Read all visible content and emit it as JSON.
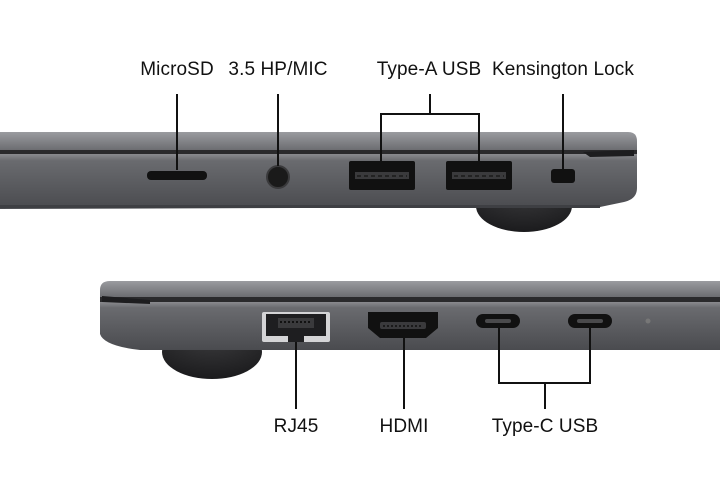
{
  "top_labels": {
    "microsd": "MicroSD",
    "audio": "3.5 HP/MIC",
    "usb_a": "Type-A USB",
    "kensington": "Kensington Lock"
  },
  "bottom_labels": {
    "rj45": "RJ45",
    "hdmi": "HDMI",
    "usb_c": "Type-C USB"
  },
  "colors": {
    "chassis": "#5f6064",
    "chassis_light": "#7b7c80",
    "port": "#111111",
    "foot": "#2b2b2d",
    "leader": "#111111"
  }
}
